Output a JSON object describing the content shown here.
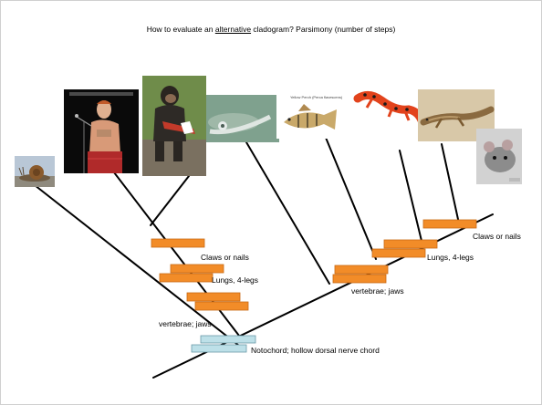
{
  "title": {
    "before": "How to evaluate an ",
    "underlined": "alternative",
    "after": " cladogram? Parsimony (number of steps)"
  },
  "left_tree": {
    "labels": {
      "claws": "Claws or nails",
      "lungs": "Lungs, 4-legs",
      "vertebrae": "vertebrae; jaws",
      "notochord": "Notochord; hollow dorsal nerve chord"
    }
  },
  "right_tree": {
    "labels": {
      "claws": "Claws or nails",
      "lungs": "Lungs, 4-legs",
      "vertebrae": "vertebrae; jaws"
    }
  },
  "photos": [
    {
      "name": "snail"
    },
    {
      "name": "human"
    },
    {
      "name": "chimpanzee"
    },
    {
      "name": "lamprey"
    },
    {
      "name": "perch",
      "caption": "Yellow Perch (Perca flavescens)"
    },
    {
      "name": "salamander"
    },
    {
      "name": "lizard"
    },
    {
      "name": "mouse"
    }
  ],
  "colors": {
    "trait_bar_orange": "#f28c28",
    "trait_bar_blue": "#bde0e8",
    "branch": "#000000"
  }
}
